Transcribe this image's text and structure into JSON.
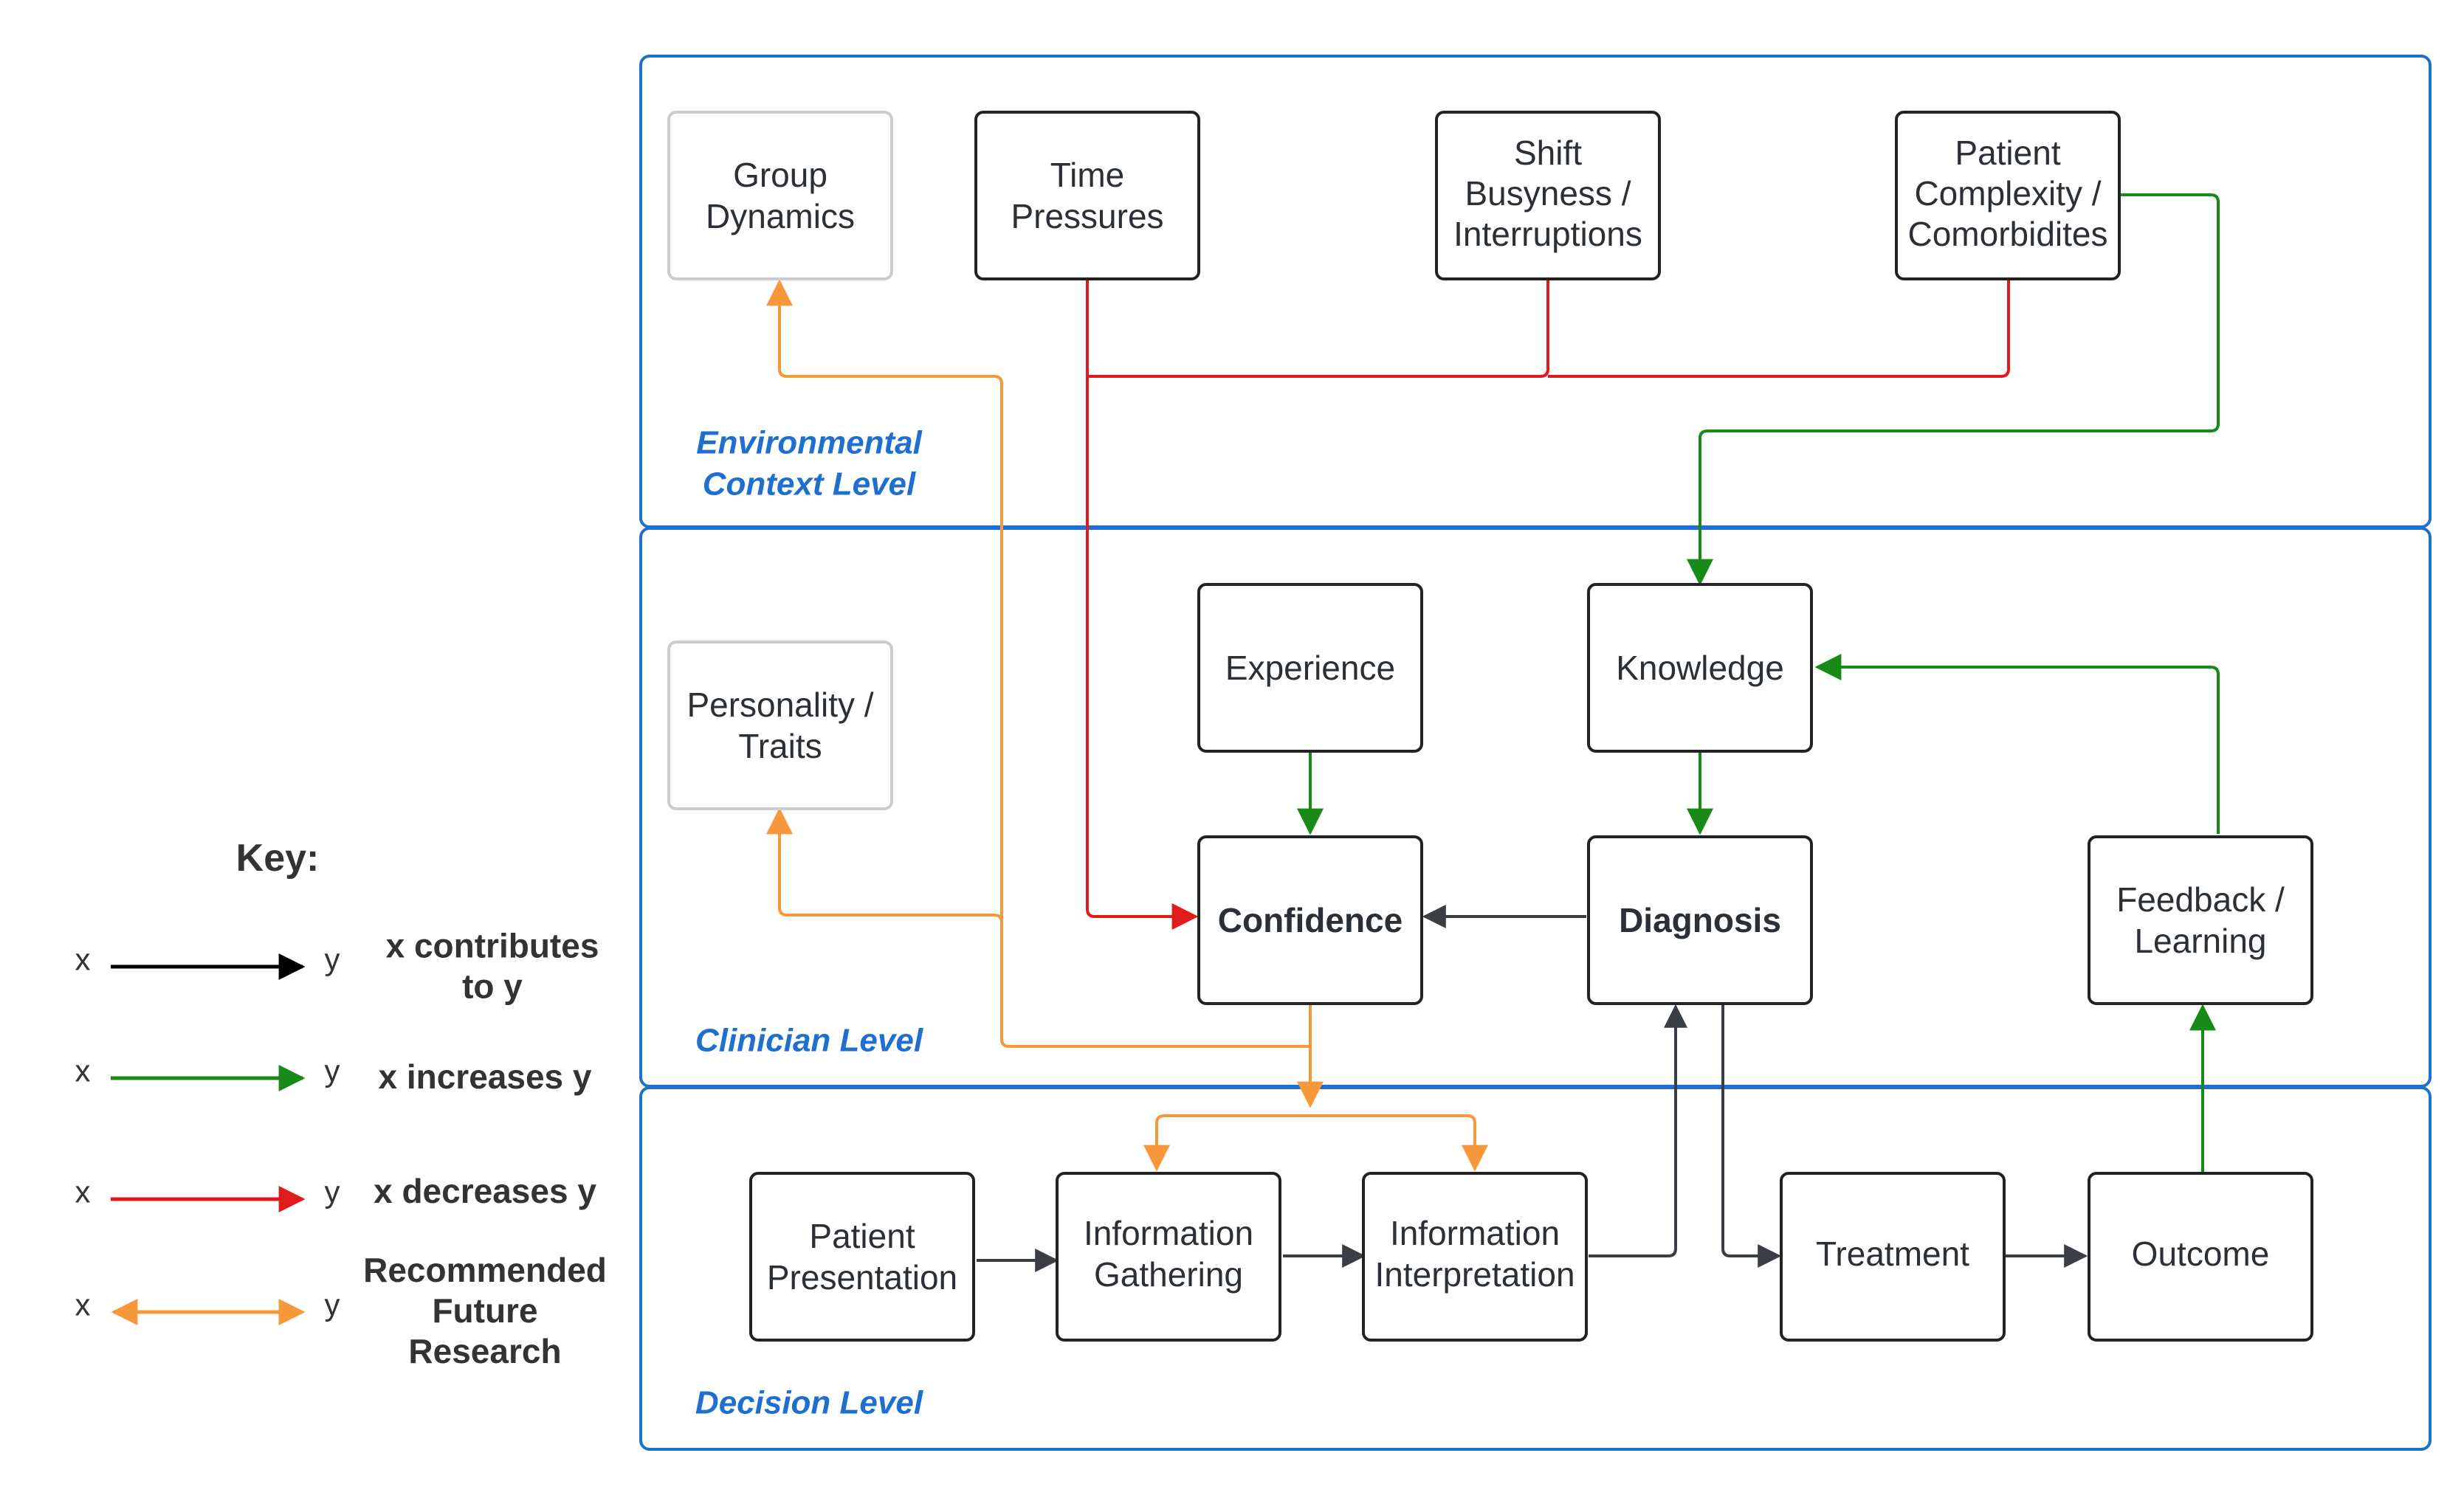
{
  "colors": {
    "panel": "#1f6fd1",
    "contributes": "#3a3f46",
    "increases": "#178a17",
    "decreases": "#e01b1b",
    "research": "#f7993a",
    "node_border": "#222222",
    "faded_border": "#c9ccd2"
  },
  "levels": {
    "environmental": "Environmental\nContext Level",
    "clinician": "Clinician Level",
    "decision": "Decision Level"
  },
  "nodes": {
    "group_dynamics": "Group\nDynamics",
    "time_pressures": "Time\nPressures",
    "shift_busyness": "Shift\nBusyness /\nInterruptions",
    "patient_complexity": "Patient\nComplexity /\nComorbidites",
    "personality": "Personality /\nTraits",
    "experience": "Experience",
    "knowledge": "Knowledge",
    "confidence": "Confidence",
    "diagnosis": "Diagnosis",
    "feedback": "Feedback /\nLearning",
    "patient_presentation": "Patient\nPresentation",
    "info_gathering": "Information\nGathering",
    "info_interpretation": "Information\nInterpretation",
    "treatment": "Treatment",
    "outcome": "Outcome"
  },
  "key": {
    "title": "Key:",
    "x": "x",
    "y": "y",
    "contributes": "x contributes\nto y",
    "increases": "x increases y",
    "decreases": "x decreases y",
    "research": "Recommended\nFuture\nResearch"
  }
}
